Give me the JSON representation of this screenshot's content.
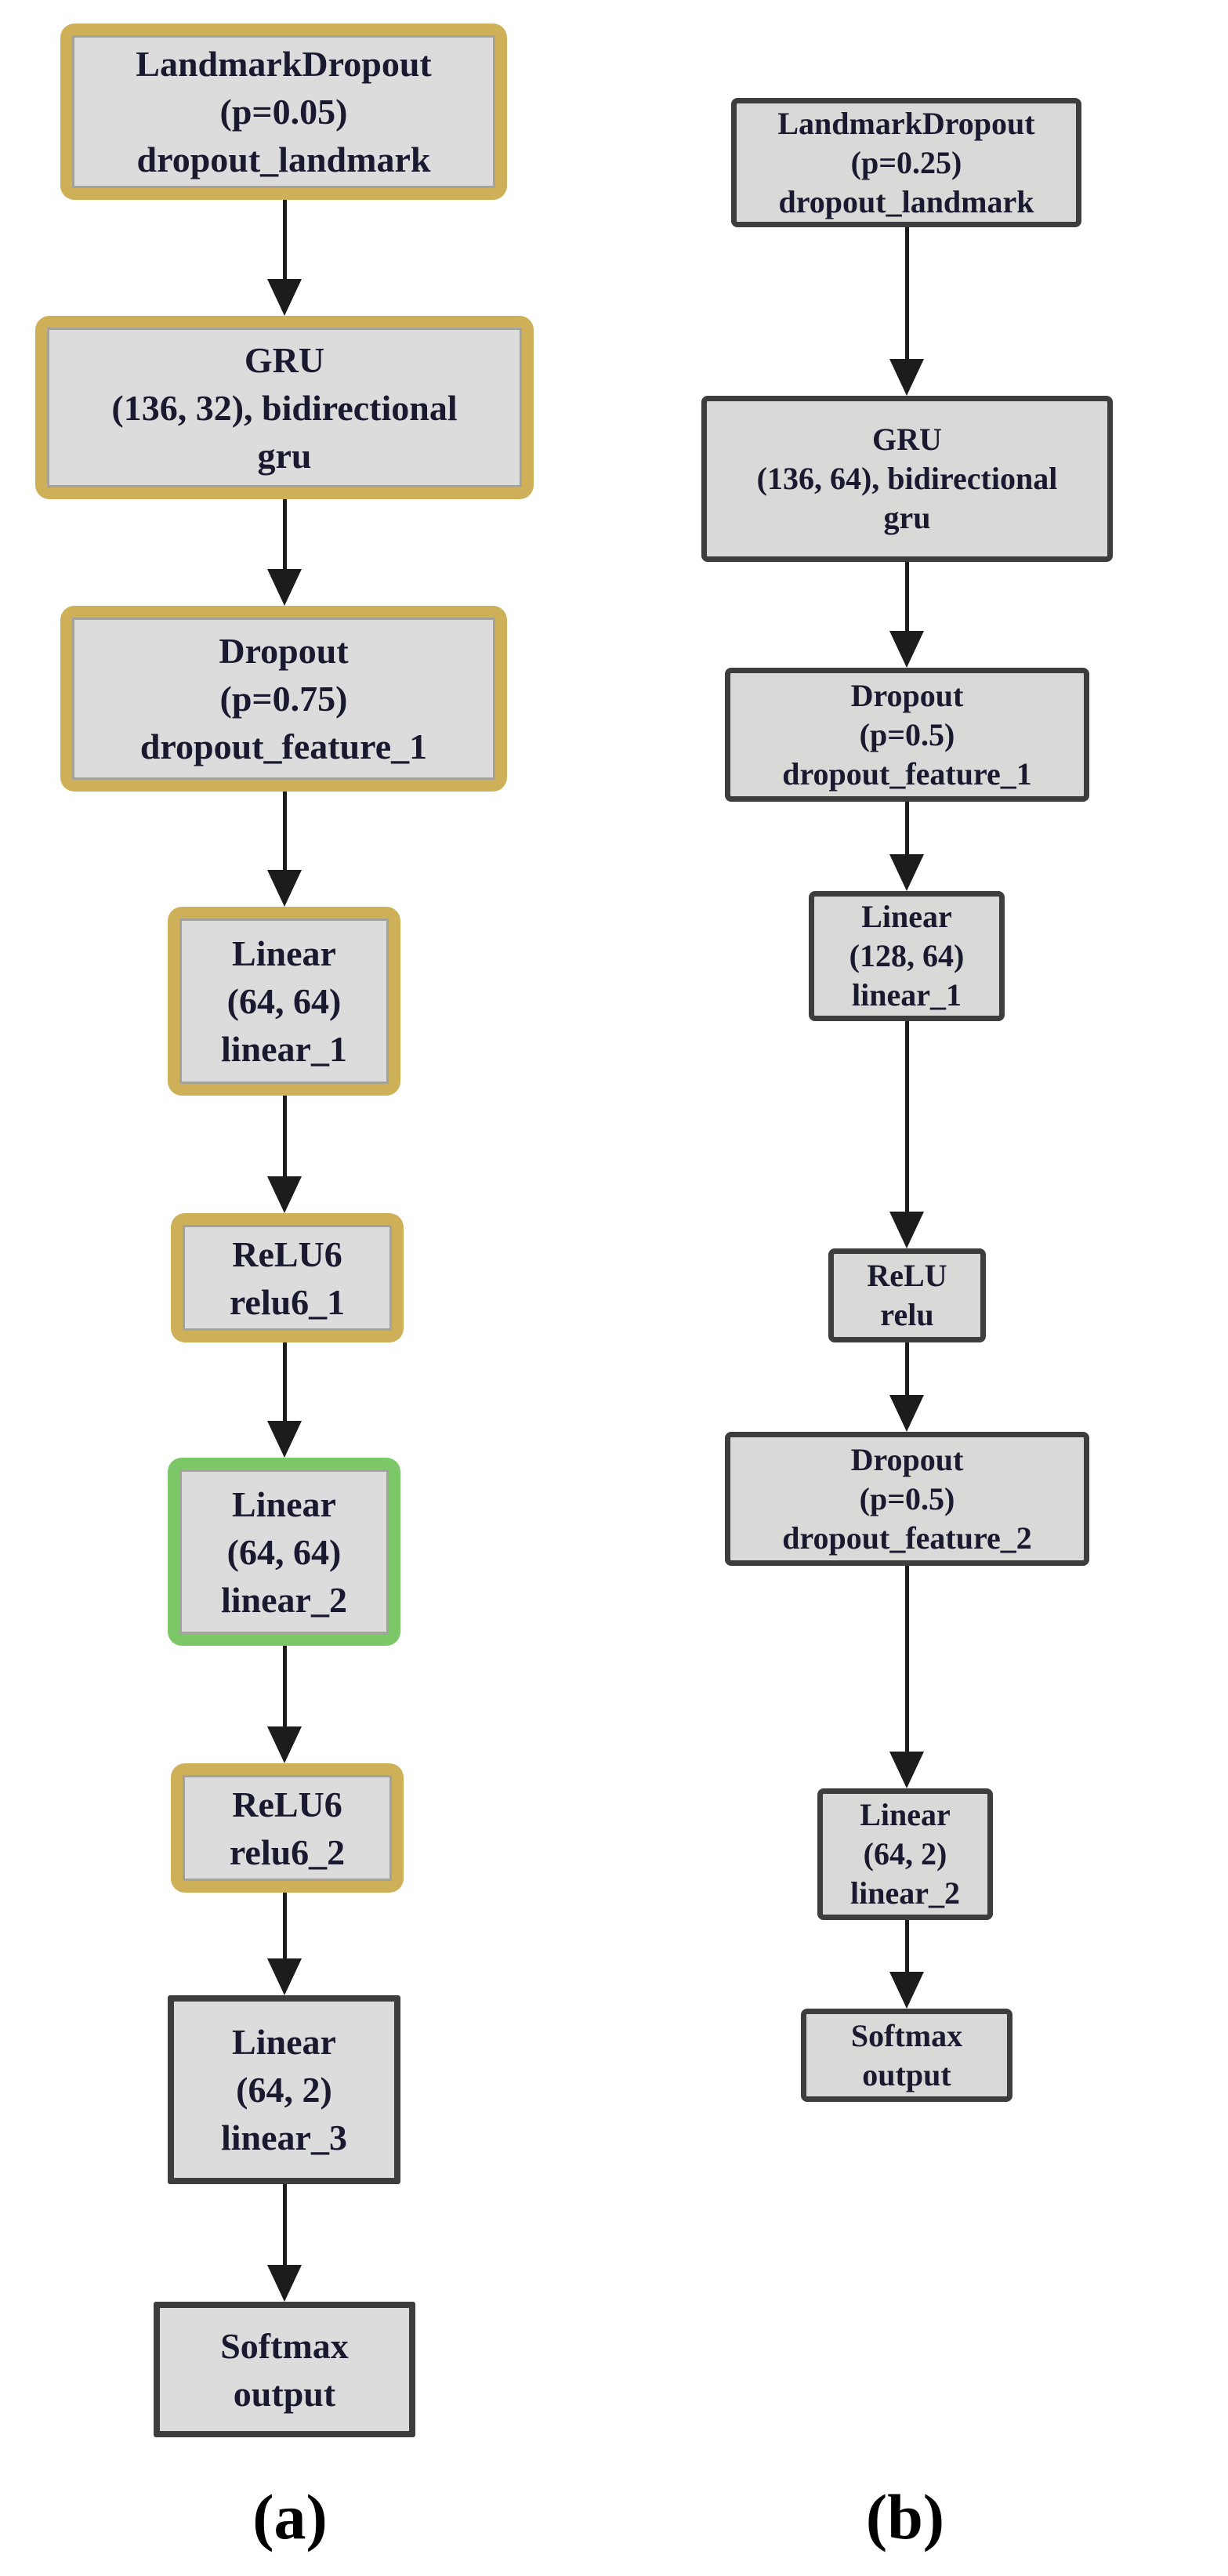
{
  "figure": {
    "description": "Two neural network architecture flow diagrams",
    "colors": {
      "tan_border": "#ceb058",
      "green_border": "#7cc868",
      "dark_border": "#3d3d3d",
      "box_fill_a": "#dcdcdc",
      "box_fill_b": "#d9d9d7",
      "text": "#191930",
      "arrow": "#1c1c1c",
      "background": "#ffffff"
    },
    "panels": [
      {
        "id": "a",
        "label": "(a)",
        "nodes": [
          {
            "name": "dropout_landmark",
            "style": "tan",
            "lines": [
              "LandmarkDropout",
              "(p=0.05)",
              "dropout_landmark"
            ]
          },
          {
            "name": "gru",
            "style": "tan",
            "lines": [
              "GRU",
              "(136, 32), bidirectional",
              "gru"
            ]
          },
          {
            "name": "dropout_feature_1",
            "style": "tan",
            "lines": [
              "Dropout",
              "(p=0.75)",
              "dropout_feature_1"
            ]
          },
          {
            "name": "linear_1",
            "style": "tan",
            "lines": [
              "Linear",
              "(64, 64)",
              "linear_1"
            ]
          },
          {
            "name": "relu6_1",
            "style": "tan",
            "lines": [
              "ReLU6",
              "relu6_1"
            ]
          },
          {
            "name": "linear_2",
            "style": "green",
            "lines": [
              "Linear",
              "(64, 64)",
              "linear_2"
            ]
          },
          {
            "name": "relu6_2",
            "style": "tan",
            "lines": [
              "ReLU6",
              "relu6_2"
            ]
          },
          {
            "name": "linear_3",
            "style": "dark",
            "lines": [
              "Linear",
              "(64, 2)",
              "linear_3"
            ]
          },
          {
            "name": "output",
            "style": "dark",
            "lines": [
              "Softmax",
              "output"
            ]
          }
        ]
      },
      {
        "id": "b",
        "label": "(b)",
        "nodes": [
          {
            "name": "dropout_landmark",
            "style": "plain",
            "lines": [
              "LandmarkDropout",
              "(p=0.25)",
              "dropout_landmark"
            ]
          },
          {
            "name": "gru",
            "style": "plain",
            "lines": [
              "GRU",
              "(136, 64), bidirectional",
              "gru"
            ]
          },
          {
            "name": "dropout_feature_1",
            "style": "plain",
            "lines": [
              "Dropout",
              "(p=0.5)",
              "dropout_feature_1"
            ]
          },
          {
            "name": "linear_1",
            "style": "plain",
            "lines": [
              "Linear",
              "(128, 64)",
              "linear_1"
            ]
          },
          {
            "name": "relu",
            "style": "plain",
            "lines": [
              "ReLU",
              "relu"
            ]
          },
          {
            "name": "dropout_feature_2",
            "style": "plain",
            "lines": [
              "Dropout",
              "(p=0.5)",
              "dropout_feature_2"
            ]
          },
          {
            "name": "linear_2",
            "style": "plain",
            "lines": [
              "Linear",
              "(64, 2)",
              "linear_2"
            ]
          },
          {
            "name": "output",
            "style": "plain",
            "lines": [
              "Softmax",
              "output"
            ]
          }
        ]
      }
    ]
  }
}
